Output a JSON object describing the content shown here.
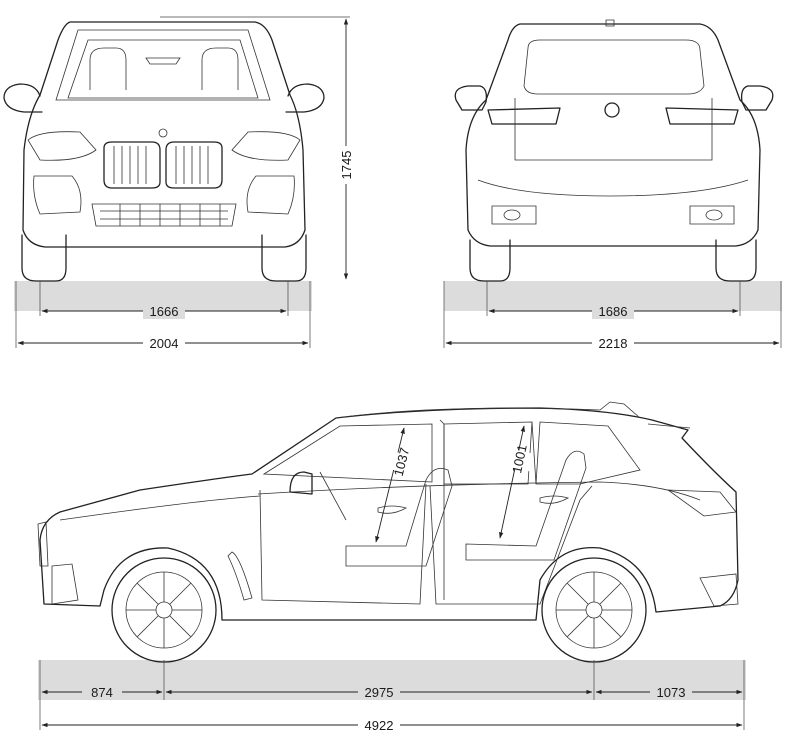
{
  "dimensions": {
    "front_track": "1666",
    "width_mirrors_folded": "2004",
    "height": "1745",
    "rear_track": "1686",
    "width_mirrors": "2218",
    "interior_front_height": "1037",
    "interior_rear_height": "1001",
    "front_overhang": "874",
    "wheelbase": "2975",
    "rear_overhang": "1073",
    "length": "4922"
  },
  "colors": {
    "line": "#222222",
    "ground": "#dcdcdc"
  }
}
